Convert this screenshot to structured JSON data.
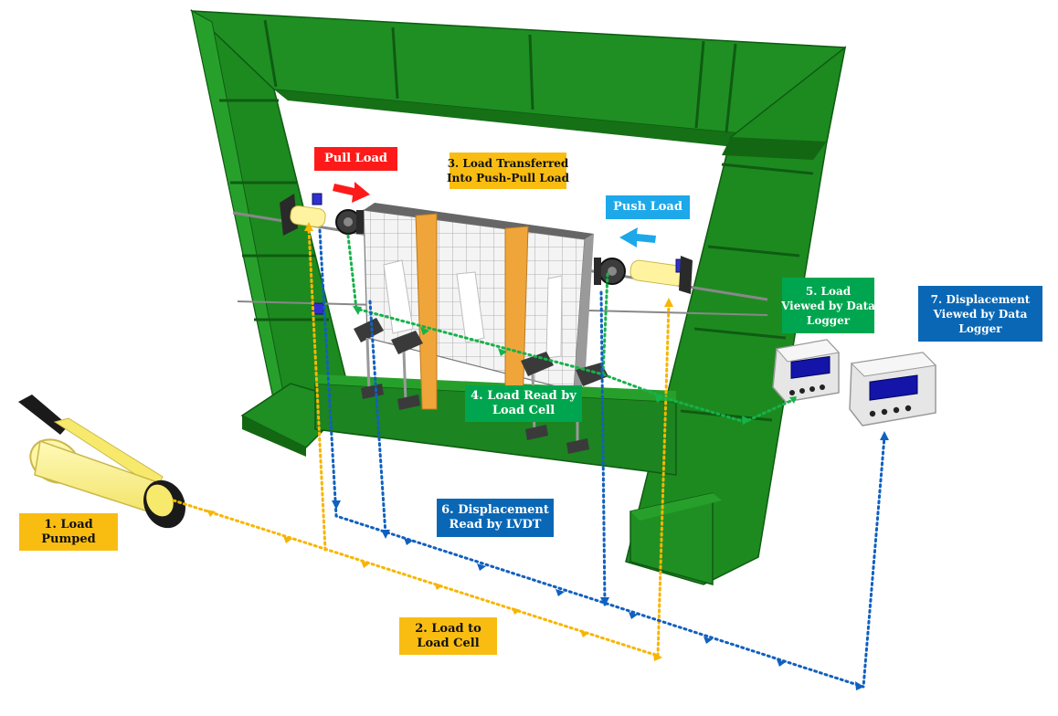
{
  "labels": {
    "load_pumped": [
      "1. Load",
      "Pumped"
    ],
    "load_to_cell": [
      "2. Load to",
      "Load Cell"
    ],
    "load_transferred": [
      "3. Load Transferred",
      "Into Push-Pull Load"
    ],
    "load_read_cell": [
      "4. Load Read by",
      "Load Cell"
    ],
    "load_viewed": [
      "5. Load",
      "Viewed by Data",
      "Logger"
    ],
    "disp_read_lvdt": [
      "6. Displacement",
      "Read by LVDT"
    ],
    "disp_viewed": [
      "7. Displacement",
      "Viewed by Data",
      "Logger"
    ],
    "pull_load": "Pull Load",
    "push_load": "Push Load"
  },
  "colors": {
    "frame_green": "#1e8a1e",
    "frame_dark": "#136713",
    "load_flow": "#f7b500",
    "load_cell_flow": "#16b24a",
    "displacement_flow": "#1060c0",
    "pull_arrow": "#ff1a1a",
    "push_arrow": "#1da8ea",
    "brace_wood": "#f0a53a"
  },
  "icons": [
    "hydraulic-pump-icon",
    "data-logger-icon",
    "load-cell-icon",
    "jack-icon"
  ]
}
